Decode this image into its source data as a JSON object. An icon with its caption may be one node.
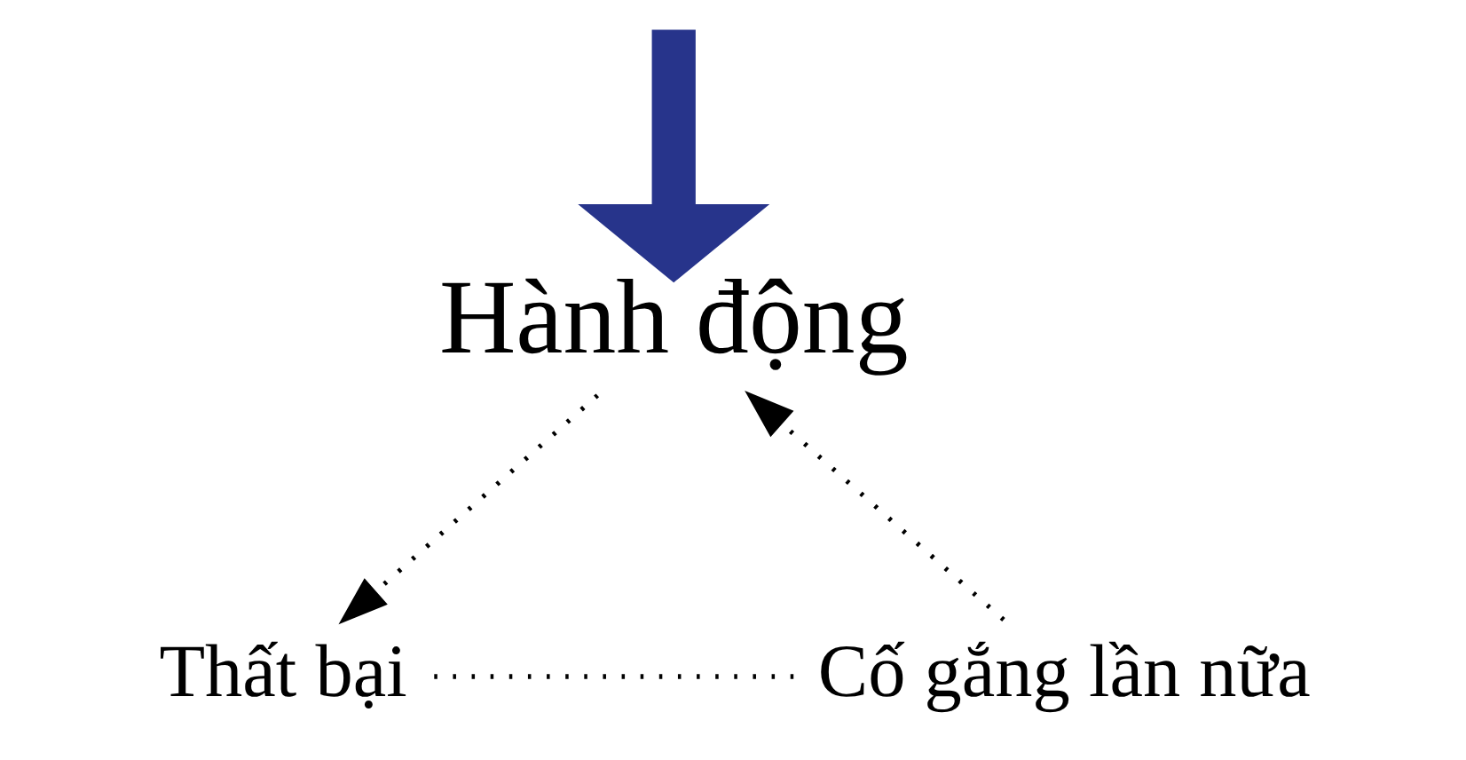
{
  "diagram": {
    "nodes": [
      {
        "text": [
          "Hành động"
        ]
      },
      {
        "text": [
          "Thất bại"
        ]
      },
      {
        "text": [
          "Cố gắng lần nữa"
        ]
      }
    ],
    "edges": [
      {
        "from": null,
        "to": 0,
        "arrow": "to",
        "style": "thick",
        "color": "#27348b"
      },
      {
        "from": 0,
        "to": 1,
        "arrow": "to",
        "style": "dashed"
      },
      {
        "from": 1,
        "to": 2,
        "arrow": "none",
        "style": "dashed"
      },
      {
        "from": 2,
        "to": 0,
        "arrow": "to",
        "style": "dashed"
      }
    ]
  }
}
